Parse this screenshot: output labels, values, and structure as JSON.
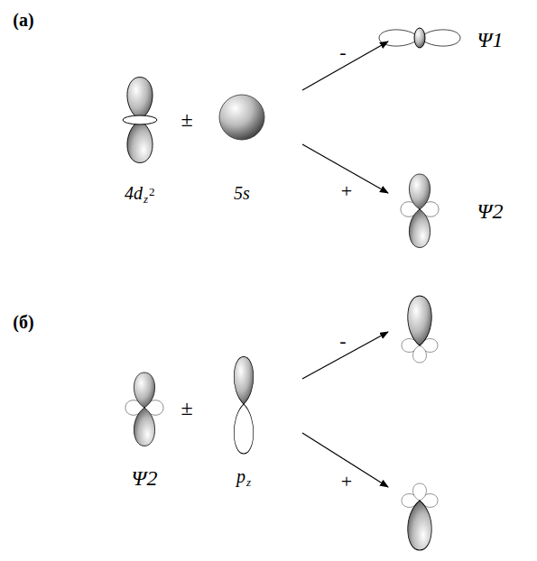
{
  "diagram": {
    "labels": [
      "(а)",
      "-",
      "Ψ1",
      "4d",
      "z",
      "2",
      "±",
      "5s",
      "+",
      "Ψ2",
      "(б)",
      "-",
      "Ψ2",
      "±",
      "p",
      "z",
      "+"
    ]
  }
}
